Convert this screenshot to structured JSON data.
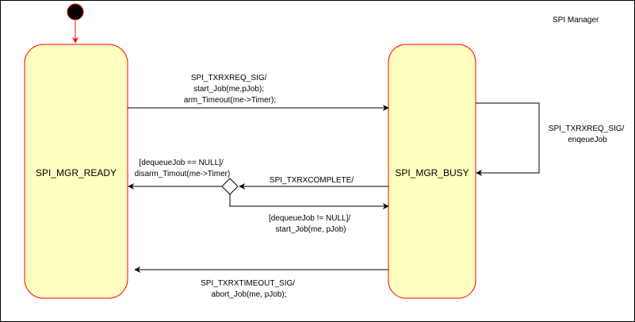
{
  "diagram": {
    "frame_title": "SPI Manager",
    "states": {
      "ready": "SPI_MGR_READY",
      "busy": "SPI_MGR_BUSY"
    },
    "transitions": {
      "txrxreq_ready_to_busy": [
        "SPI_TXRXREQ_SIG/",
        "start_Job(me,pJob);",
        "arm_Timeout(me->Timer);"
      ],
      "txrxreq_self_loop": [
        "SPI_TXRXREQ_SIG/",
        "enqeueJob"
      ],
      "txrxcomplete": "SPI_TXRXCOMPLETE/",
      "dequeue_null": [
        "[dequeueJob == NULL]/",
        "disarm_Timout(me->Timer)"
      ],
      "dequeue_not_null": [
        "[dequeueJob != NULL]/",
        "start_Job(me, pJob)"
      ],
      "timeout": [
        "SPI_TXRXTIMEOUT_SIG/",
        "abort_Job(me, pJob);"
      ]
    },
    "colors": {
      "state_fill": "#ffffc0",
      "state_stroke": "#ff0000",
      "initial_fill": "#000000",
      "initial_arrow": "#ff0000",
      "edge": "#000000"
    }
  }
}
